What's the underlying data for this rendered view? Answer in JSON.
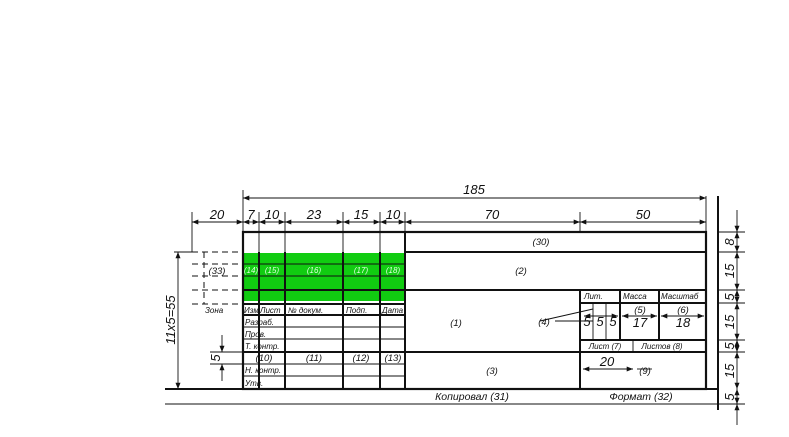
{
  "dims_top": {
    "total": "185",
    "d20": "20",
    "d7": "7",
    "d10a": "10",
    "d23": "23",
    "d15": "15",
    "d10b": "10",
    "d70": "70",
    "d50": "50"
  },
  "dims_right": {
    "r8": "8",
    "r15a": "15",
    "r5a": "5",
    "r15b": "15",
    "r5b": "5",
    "r15c": "15",
    "r5c": "5"
  },
  "dims_left": {
    "total": "11x5=55",
    "five": "5"
  },
  "labels": {
    "c30": "(30)",
    "c2": "(2)",
    "c33": "(33)",
    "c1": "(1)",
    "c4": "(4)",
    "c3": "(3)",
    "lit": "Лит.",
    "massa": "Масса",
    "masshtab": "Масштаб",
    "c5": "(5)",
    "c6": "(6)",
    "n5a": "5",
    "n5b": "5",
    "n5c": "5",
    "n17": "17",
    "n18": "18",
    "list7": "Лист (7)",
    "listov8": "Листов (8)",
    "n20": "20",
    "c9": "(9)",
    "zona": "Зона",
    "izm": "Изм.",
    "list": "Лист",
    "ndoc": "№ докум.",
    "podp": "Подп.",
    "data": "Дата",
    "razrab": "Разраб.",
    "prov": "Пров.",
    "tkontr": "Т. контр.",
    "nkontr": "Н. контр.",
    "utv": "Утв.",
    "c10": "(10)",
    "c11": "(11)",
    "c12": "(12)",
    "c13": "(13)",
    "g14": "(14)",
    "g15": "(15)",
    "g16": "(16)",
    "g17": "(17)",
    "g18": "(18)",
    "kopiroval": "Копировал (31)",
    "format": "Формат (32)"
  }
}
